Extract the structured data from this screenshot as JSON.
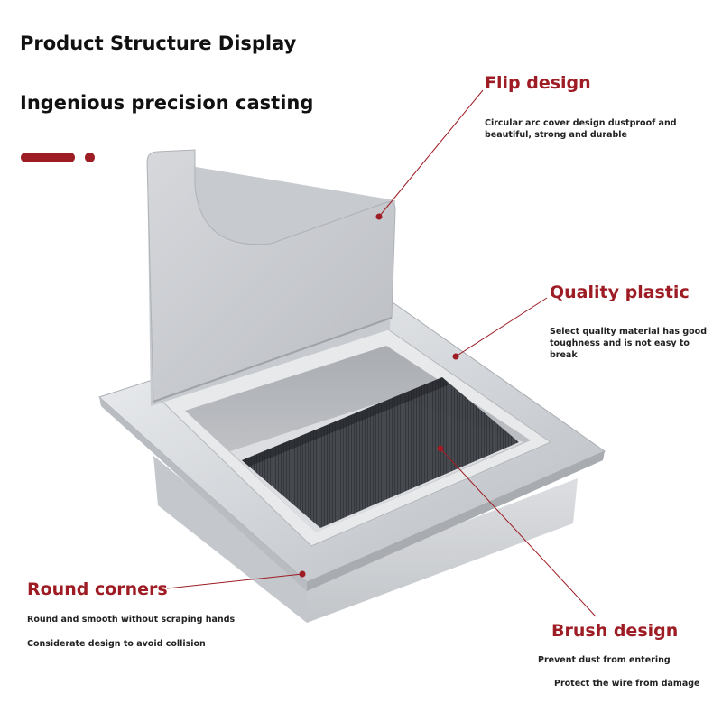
{
  "header": {
    "title": "Product Structure Display",
    "subtitle": "Ingenious precision casting"
  },
  "colors": {
    "accent": "#9e1c24",
    "text": "#111111",
    "metal": "#c9cbcf",
    "brush": "#2e3136"
  },
  "features": {
    "flip": {
      "title": "Flip design",
      "lines": [
        "Circular arc cover design dustproof and",
        "beautiful, strong and durable"
      ]
    },
    "plastic": {
      "title": "Quality plastic",
      "lines": [
        "Select quality material has good",
        "toughness and is not easy to",
        "break"
      ]
    },
    "corners": {
      "title": "Round corners",
      "line1": "Round and smooth without scraping hands",
      "line2": "Considerate design to avoid collision"
    },
    "brush": {
      "title": "Brush design",
      "line1": "Prevent dust from entering",
      "line2": "Protect the wire from damage"
    }
  }
}
